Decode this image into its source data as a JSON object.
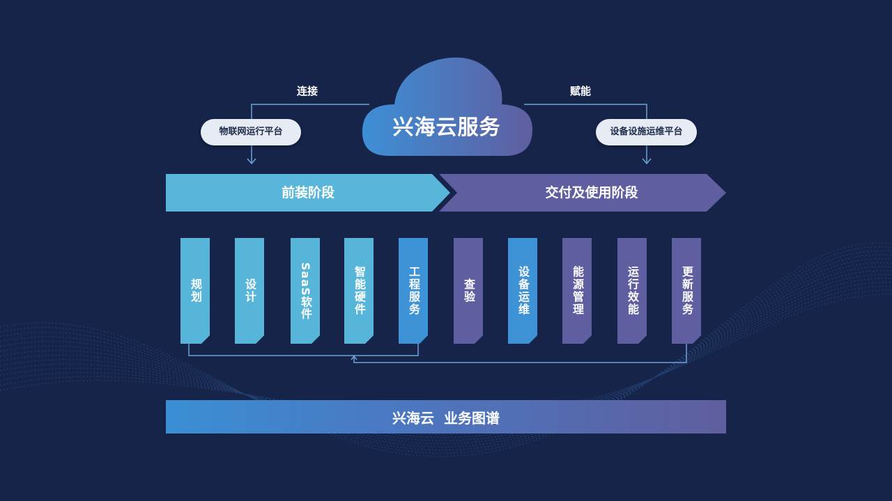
{
  "core": {
    "title": "兴海云服务"
  },
  "left": {
    "relation": "连接",
    "pill": "物联网运行平台"
  },
  "right": {
    "relation": "赋能",
    "pill": "设备设施运维平台"
  },
  "phases": [
    {
      "label": "前装阶段",
      "color": "#58b6da"
    },
    {
      "label": "交付及使用阶段",
      "color": "#5f5ea0"
    }
  ],
  "stages": [
    {
      "label": "规划",
      "color": "#56b5d9",
      "latin": false
    },
    {
      "label": "设计",
      "color": "#56b5d9",
      "latin": false
    },
    {
      "label": "SaaS软件",
      "color": "#56b5d9",
      "latin": true
    },
    {
      "label": "智能硬件",
      "color": "#56b5d9",
      "latin": false
    },
    {
      "label": "工程服务",
      "color": "#3e93d6",
      "latin": false
    },
    {
      "label": "查验",
      "color": "#5f5ea0",
      "latin": false
    },
    {
      "label": "设备运维",
      "color": "#3e93d6",
      "latin": false
    },
    {
      "label": "能源管理",
      "color": "#5f5ea0",
      "latin": false
    },
    {
      "label": "运行效能",
      "color": "#5f5ea0",
      "latin": false
    },
    {
      "label": "更新服务",
      "color": "#5f5ea0",
      "latin": false
    }
  ],
  "footer": {
    "label": "兴海云  业务图谱"
  },
  "colors": {
    "background": "#16244a",
    "line": "#6fa3d8"
  }
}
